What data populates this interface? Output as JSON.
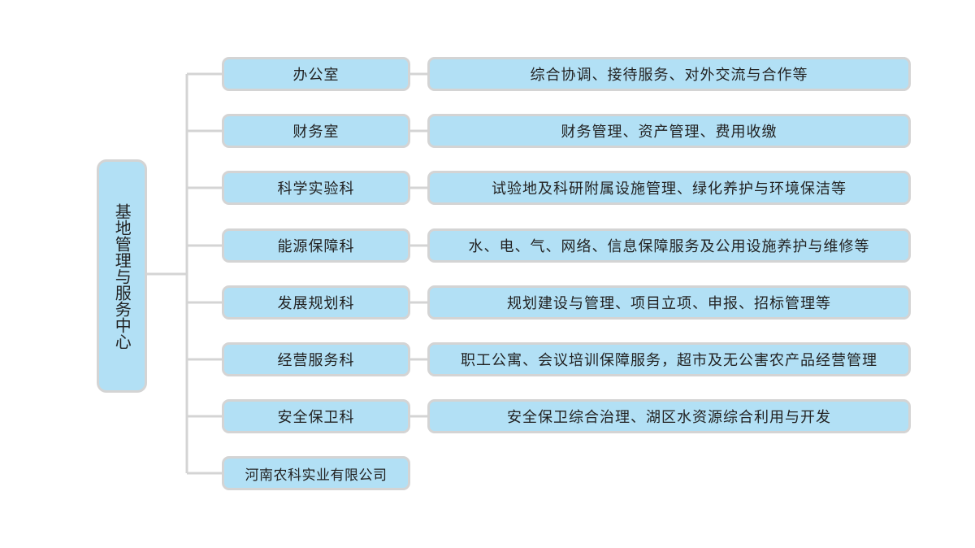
{
  "root": {
    "label": "基地管理与服务中心"
  },
  "departments": [
    {
      "name": "办公室",
      "duty": "综合协调、接待服务、对外交流与合作等"
    },
    {
      "name": "财务室",
      "duty": "财务管理、资产管理、费用收缴"
    },
    {
      "name": "科学实验科",
      "duty": "试验地及科研附属设施管理、绿化养护与环境保洁等"
    },
    {
      "name": "能源保障科",
      "duty": "水、电、气、网络、信息保障服务及公用设施养护与维修等"
    },
    {
      "name": "发展规划科",
      "duty": "规划建设与管理、项目立项、申报、招标管理等"
    },
    {
      "name": "经营服务科",
      "duty": "职工公寓、会议培训保障服务，超市及无公害农产品经营管理"
    },
    {
      "name": "安全保卫科",
      "duty": "安全保卫综合治理、湖区水资源综合利用与开发"
    },
    {
      "name": "河南农科实业有限公司",
      "duty": null
    }
  ],
  "colors": {
    "box_fill": "#b2e0f5",
    "box_border": "#d4d4d4",
    "connector": "#d4d4d4"
  }
}
